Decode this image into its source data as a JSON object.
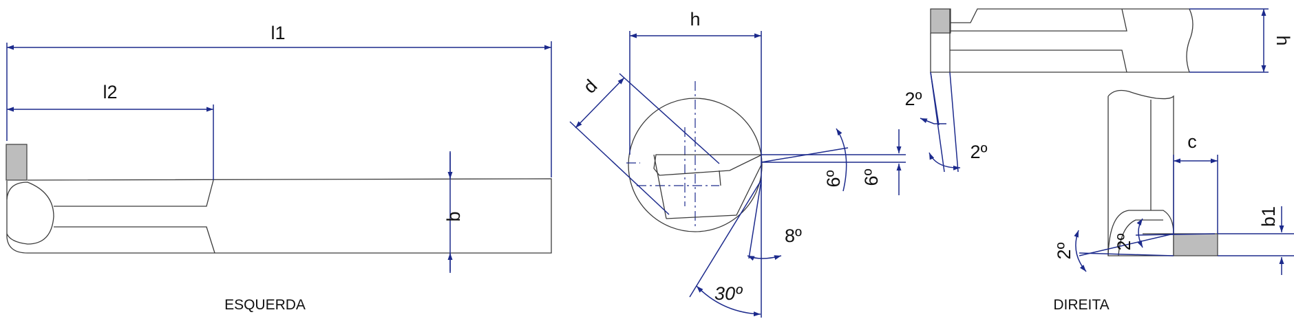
{
  "views": {
    "left": {
      "caption": "ESQUERDA"
    },
    "center": {},
    "right": {
      "caption": "DIREITA"
    }
  },
  "labels": {
    "l1": "l1",
    "l2": "l2",
    "b_left": "b",
    "h": "h",
    "d": "d",
    "angle_6_a": "6º",
    "angle_6_b": "6º",
    "angle_8": "8º",
    "angle_30": "30º",
    "h_right": "h",
    "angle_2_top_left": "2º",
    "angle_2_top_right": "2º",
    "c": "c",
    "b1": "b1",
    "angle_2_bottom_left": "2º",
    "angle_2_bottom_inner": "2º"
  },
  "colors": {
    "dimension": "#1c2a8c",
    "outline": "#3a3a3a",
    "insert": "#bdbdbd"
  }
}
